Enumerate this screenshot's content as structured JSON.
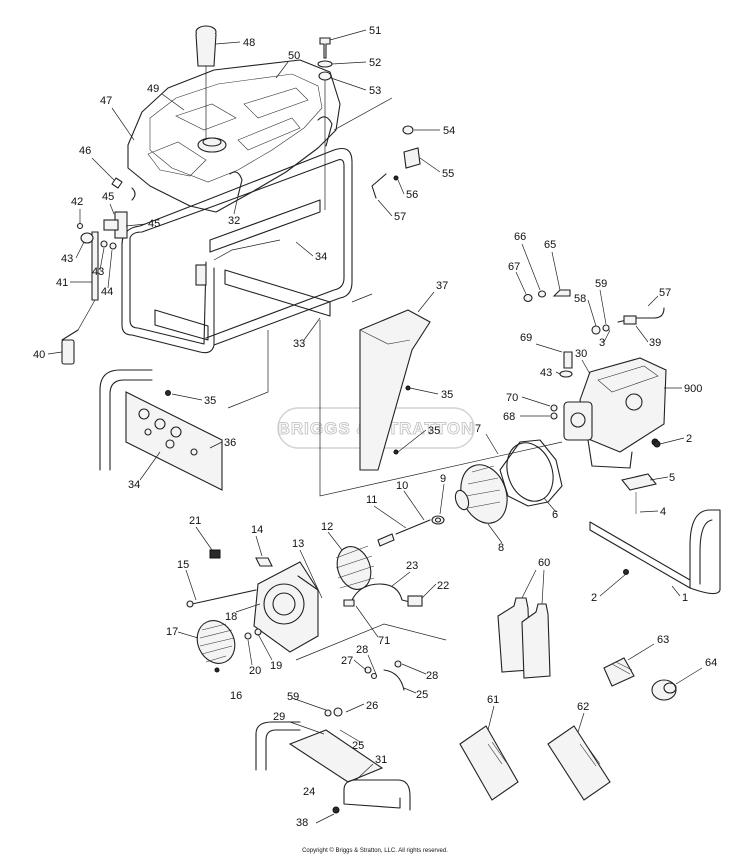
{
  "watermark": "BRIGGS & STRATTON",
  "copyright": "Copyright © Briggs & Stratton, LLC. All rights reserved.",
  "callouts": {
    "c1": "1",
    "c2a": "2",
    "c2b": "2",
    "c3": "3",
    "c4": "4",
    "c5": "5",
    "c6": "6",
    "c7": "7",
    "c8": "8",
    "c9": "9",
    "c10": "10",
    "c11": "11",
    "c12": "12",
    "c13": "13",
    "c14": "14",
    "c15": "15",
    "c16": "16",
    "c17": "17",
    "c18": "18",
    "c19": "19",
    "c20": "20",
    "c21": "21",
    "c22": "22",
    "c23": "23",
    "c24": "24",
    "c25a": "25",
    "c25b": "25",
    "c26": "26",
    "c27": "27",
    "c28a": "28",
    "c28b": "28",
    "c29": "29",
    "c30": "30",
    "c31": "31",
    "c32": "32",
    "c33": "33",
    "c34a": "34",
    "c34b": "34",
    "c35a": "35",
    "c35b": "35",
    "c35c": "35",
    "c36": "36",
    "c37": "37",
    "c38": "38",
    "c39": "39",
    "c40": "40",
    "c41": "41",
    "c42": "42",
    "c43a": "43",
    "c43b": "43",
    "c43c": "43",
    "c44": "44",
    "c45a": "45",
    "c45b": "45",
    "c46": "46",
    "c47": "47",
    "c48": "48",
    "c49": "49",
    "c50": "50",
    "c51": "51",
    "c52": "52",
    "c53": "53",
    "c54": "54",
    "c55": "55",
    "c56": "56",
    "c57a": "57",
    "c57b": "57",
    "c58": "58",
    "c59a": "59",
    "c59b": "59",
    "c60": "60",
    "c61": "61",
    "c62": "62",
    "c63": "63",
    "c64": "64",
    "c65": "65",
    "c66": "66",
    "c67": "67",
    "c68": "68",
    "c69": "69",
    "c70": "70",
    "c71": "71",
    "c900": "900"
  }
}
